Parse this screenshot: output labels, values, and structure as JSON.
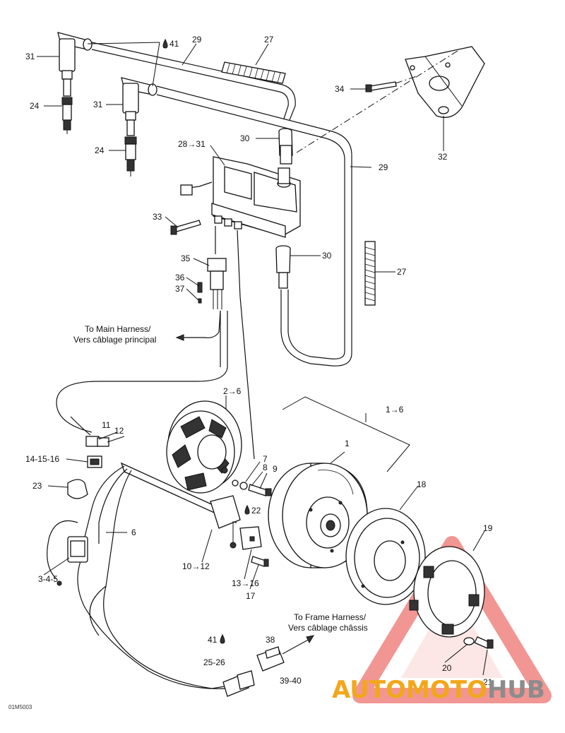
{
  "labels": {
    "l1": "1",
    "l1to6": "1→6",
    "l2to6": "2→6",
    "l3_4_5": "3-4-5",
    "l6": "6",
    "l7": "7",
    "l8": "8",
    "l9": "9",
    "l10to12": "10→12",
    "l11": "11",
    "l12": "12",
    "l13to16": "13→16",
    "l14_15_16": "14-15-16",
    "l17": "17",
    "l18": "18",
    "l19": "19",
    "l20": "20",
    "l21": "21",
    "l22": "22",
    "l23": "23",
    "l24a": "24",
    "l24b": "24",
    "l25_26": "25-26",
    "l27a": "27",
    "l27b": "27",
    "l28to31": "28→31",
    "l29a": "29",
    "l29b": "29",
    "l30a": "30",
    "l30b": "30",
    "l31a": "31",
    "l31b": "31",
    "l32": "32",
    "l33": "33",
    "l34": "34",
    "l35": "35",
    "l36": "36",
    "l37": "37",
    "l38": "38",
    "l39_40": "39-40",
    "l41a": "41",
    "l41b": "41"
  },
  "notes": {
    "main_harness_en": "To Main Harness/",
    "main_harness_fr": "Vers câblage principal",
    "frame_harness_en": "To Frame Harness/",
    "frame_harness_fr": "Vers câblage châssis"
  },
  "drawing_code": "01M5003",
  "watermark": {
    "part1": "AUTOMOTO",
    "part2": "HUB",
    "color_orange": "#f2a71b",
    "color_gray": "#8c8c8c",
    "color_red": "#e8413c"
  }
}
